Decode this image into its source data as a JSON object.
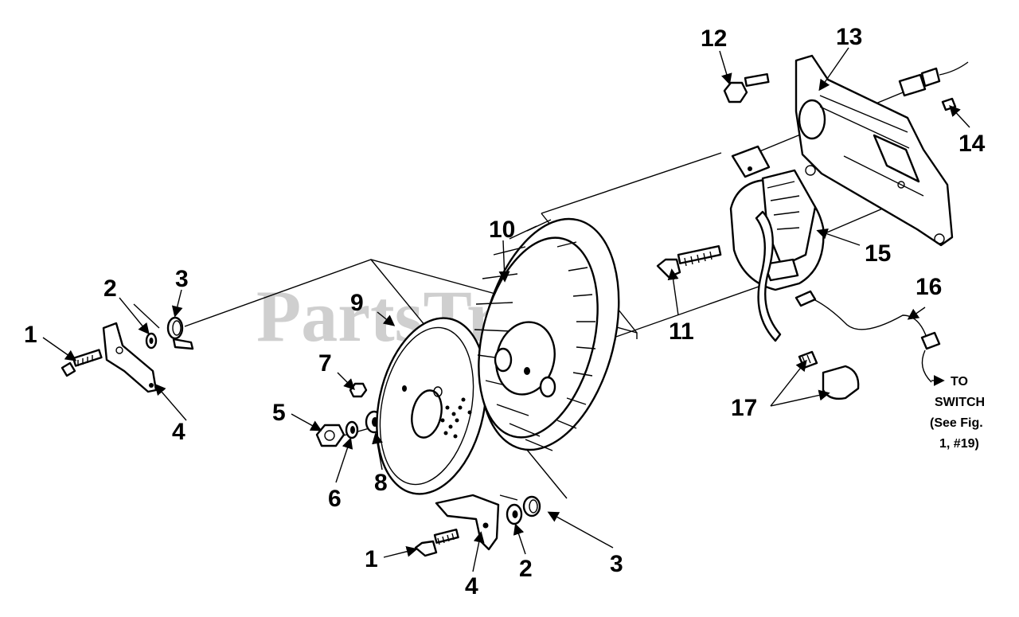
{
  "watermark": "PartsTree",
  "callouts": {
    "c1a": "1",
    "c2a": "2",
    "c3a": "3",
    "c4a": "4",
    "c5": "5",
    "c6": "6",
    "c7": "7",
    "c8": "8",
    "c9": "9",
    "c10": "10",
    "c11": "11",
    "c12": "12",
    "c13": "13",
    "c14": "14",
    "c15": "15",
    "c16": "16",
    "c17": "17",
    "c1b": "1",
    "c2b": "2",
    "c3b": "3",
    "c4b": "4"
  },
  "note": {
    "line1": "TO",
    "line2": "SWITCH",
    "line3": "(See Fig.",
    "line4": "1, #19)"
  }
}
